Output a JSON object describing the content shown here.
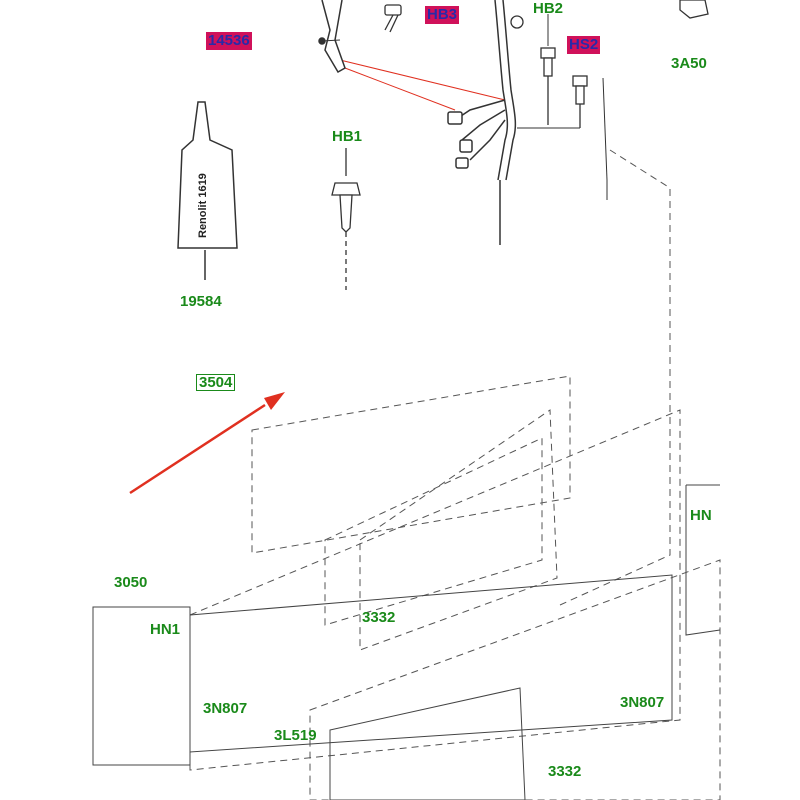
{
  "callouts": {
    "c14536": "14536",
    "hb3": "HB3",
    "hb2": "HB2",
    "hs2": "HS2",
    "c3a50": "3A50",
    "hb1": "HB1",
    "c19584": "19584",
    "c3504": "3504",
    "c3050": "3050",
    "hn1": "HN1",
    "c3332_top": "3332",
    "c3n807_left": "3N807",
    "c3l519": "3L519",
    "c3n807_right": "3N807",
    "c3332_bottom": "3332",
    "hn_partial": "HN"
  },
  "sealant_tube": {
    "label": "Renolit 1619"
  },
  "colors": {
    "callout_green": "#1a8a1a",
    "highlight_bg": "#d0115a",
    "highlight_text": "#2a2aa8",
    "arrow_red": "#e03020",
    "line": "#222222"
  }
}
